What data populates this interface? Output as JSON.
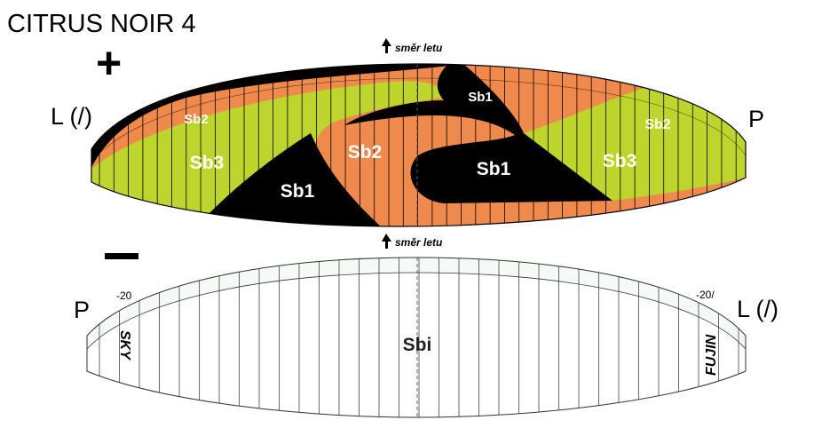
{
  "title": "CITRUS NOIR 4",
  "plus_sign": "+",
  "direction_label": "směr letu",
  "top_wing": {
    "left_label": "L (/)",
    "right_label": "P",
    "zones": {
      "sb1_left": "Sb1",
      "sb1_center": "Sb1",
      "sb1_top": "Sb1",
      "sb2_left": "Sb2",
      "sb2_center": "Sb2",
      "sb2_right": "Sb2",
      "sb3_left": "Sb3",
      "sb3_right": "Sb3"
    }
  },
  "bottom_wing": {
    "left_label": "P",
    "right_label": "L (/)",
    "center_label": "Sbi",
    "left_number": "-20",
    "right_number": "-20/",
    "left_logo": "SKY",
    "right_logo": "FUJIN"
  },
  "colors": {
    "orange": "#EF8A4C",
    "lime": "#BED52E",
    "black": "#000000"
  }
}
